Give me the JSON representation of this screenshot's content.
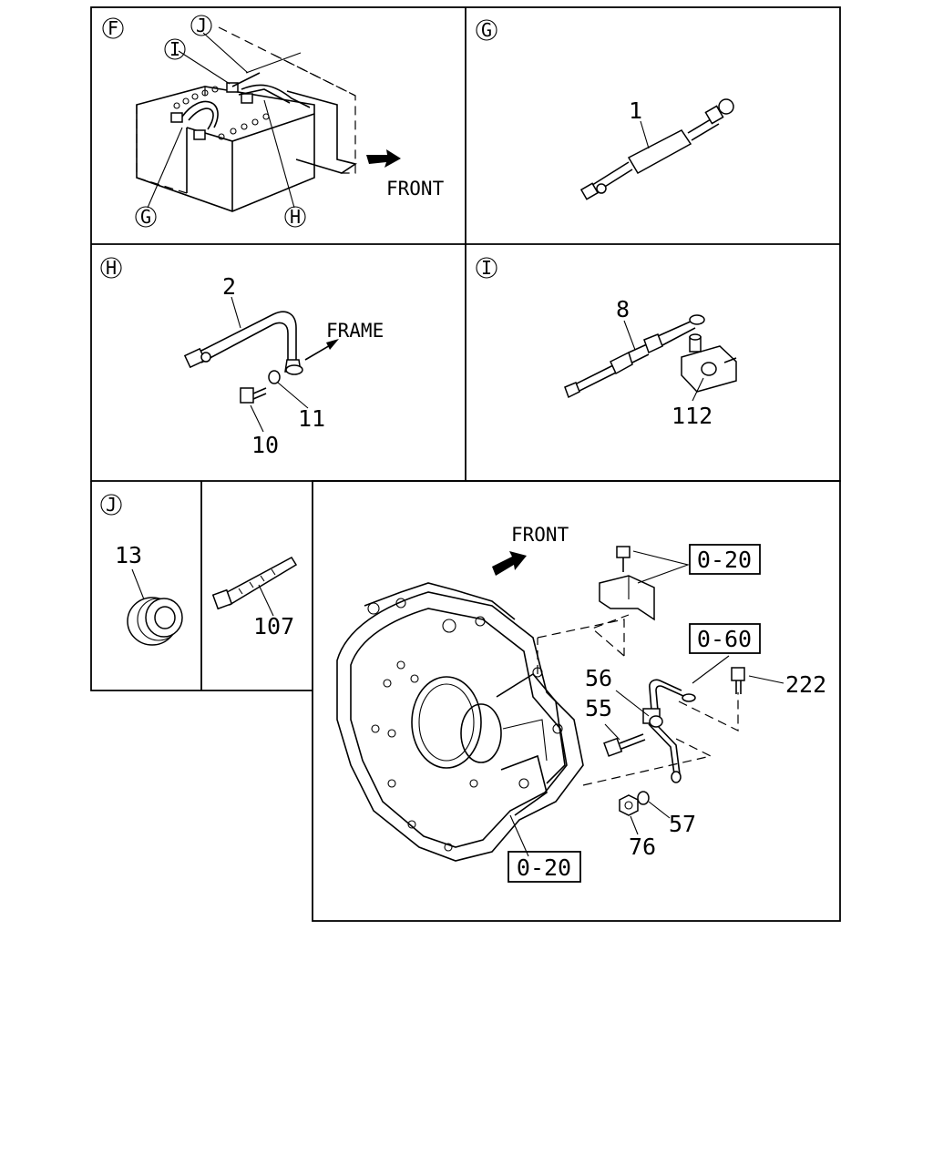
{
  "panels": {
    "F": {
      "letter": "F",
      "callouts": {
        "I": "I",
        "J": "J",
        "G": "G",
        "H": "H"
      },
      "direction_label": "FRONT"
    },
    "G": {
      "letter": "G",
      "part_number": "1"
    },
    "H": {
      "letter": "H",
      "part_numbers": [
        "2",
        "10",
        "11"
      ],
      "direction_label": "FRAME"
    },
    "I": {
      "letter": "I",
      "part_numbers": [
        "8",
        "112"
      ]
    },
    "J": {
      "letter": "J",
      "part_numbers": [
        "13",
        "107"
      ]
    },
    "transmission": {
      "direction_label": "FRONT",
      "part_numbers": [
        "56",
        "55",
        "222",
        "57",
        "76"
      ],
      "reference_boxes": [
        "0-20",
        "0-60",
        "0-20"
      ]
    }
  }
}
